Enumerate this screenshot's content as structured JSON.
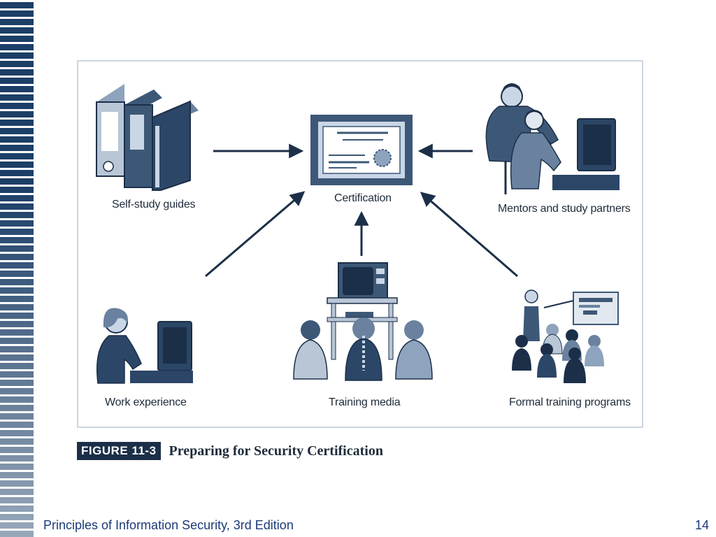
{
  "nodes": {
    "center": "Certification",
    "self_study": "Self-study guides",
    "mentors": "Mentors and study partners",
    "work": "Work experience",
    "media": "Training media",
    "formal": "Formal training programs"
  },
  "caption": {
    "tag": "FIGURE 11-3",
    "title": "Preparing for Security Certification"
  },
  "footer": {
    "text": "Principles of Information Security, 3rd Edition",
    "page": "14"
  },
  "colors": {
    "navy": "#1c2f48",
    "slate": "#3d5877",
    "light": "#c9d6e6",
    "footer_text": "#1b3a78"
  },
  "icons": [
    "binder-books-icon",
    "certificate-icon",
    "mentor-people-icon",
    "worker-computer-icon",
    "classroom-tv-icon",
    "presentation-class-icon"
  ]
}
